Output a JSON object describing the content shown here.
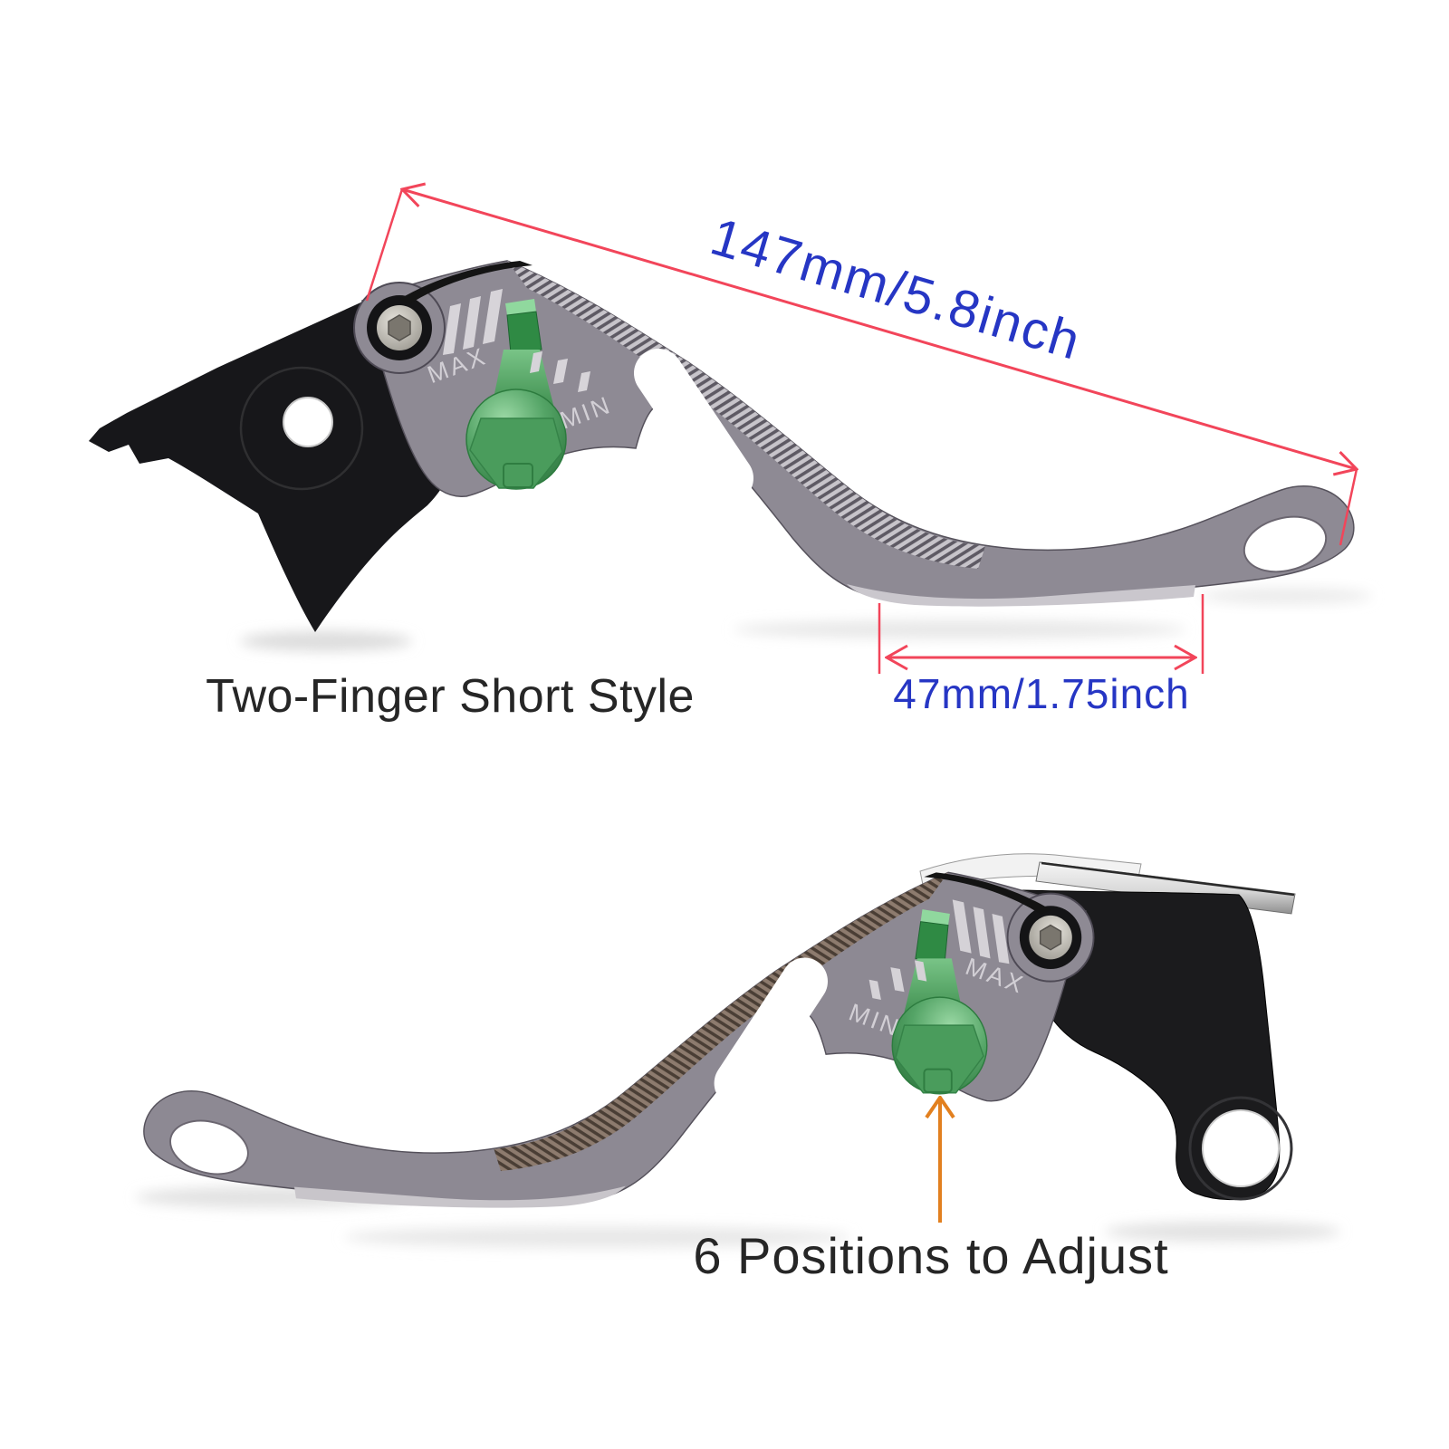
{
  "product_labels": {
    "style_label": "Two-Finger Short Style",
    "adjust_label": "6 Positions to Adjust"
  },
  "dimensions": {
    "lever_length": "147mm/5.8inch",
    "grip_length": "47mm/1.75inch"
  },
  "lever_markings": {
    "max": "MAX",
    "min": "MIN"
  },
  "colors": {
    "dimension_line_red": "#f2455a",
    "dimension_text_blue": "#2636c4",
    "pointer_arrow_orange": "#e2801f",
    "caption_text_black": "#262626",
    "lever_body_gray": "#8e8a94",
    "adjuster_green": "#4f9f61",
    "pivot_black": "#17171a",
    "background": "#ffffff"
  }
}
